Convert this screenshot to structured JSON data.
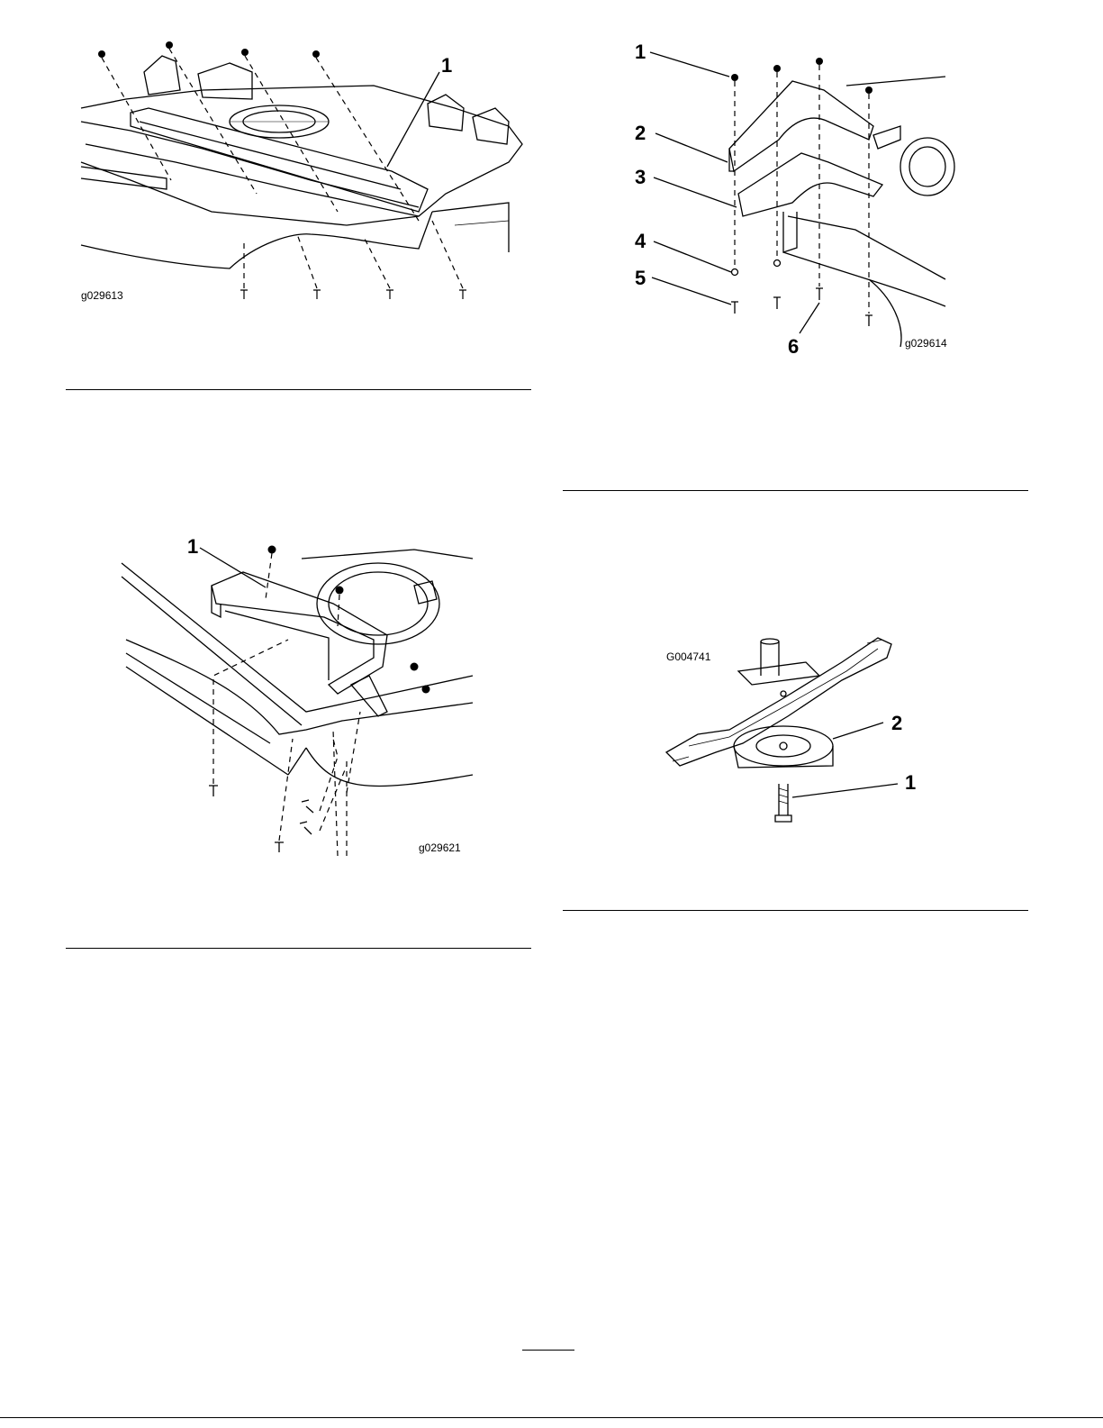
{
  "figures": [
    {
      "id_label": "g029613",
      "callouts": [
        "1"
      ]
    },
    {
      "id_label": "g029614",
      "callouts": [
        "1",
        "2",
        "3",
        "4",
        "5",
        "6"
      ]
    },
    {
      "id_label": "g029621",
      "callouts": [
        "1"
      ]
    },
    {
      "id_label": "G004741",
      "callouts": [
        "2",
        "1"
      ]
    }
  ]
}
